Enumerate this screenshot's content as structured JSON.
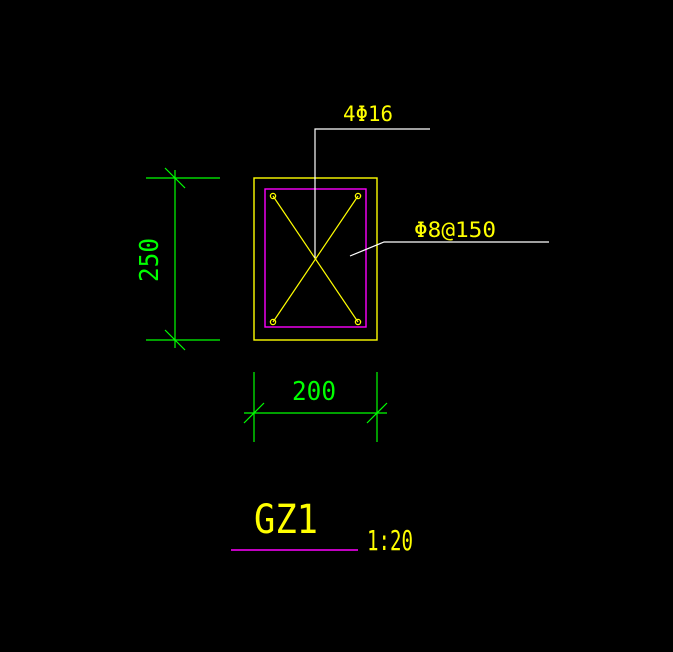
{
  "drawing": {
    "rebar_label": "4Φ16",
    "stirrup_label": "Φ8@150",
    "dim_height": "250",
    "dim_width": "200",
    "title": "GZ1",
    "scale": "1:20"
  },
  "colors": {
    "background": "#000000",
    "concrete_outline": "#FFFF00",
    "stirrup": "#FF00FF",
    "rebar": "#FFFF00",
    "leader": "#FFFFFF",
    "dimension": "#00FF00",
    "label_text": "#FFFF00",
    "title_underline": "#FF00FF"
  }
}
